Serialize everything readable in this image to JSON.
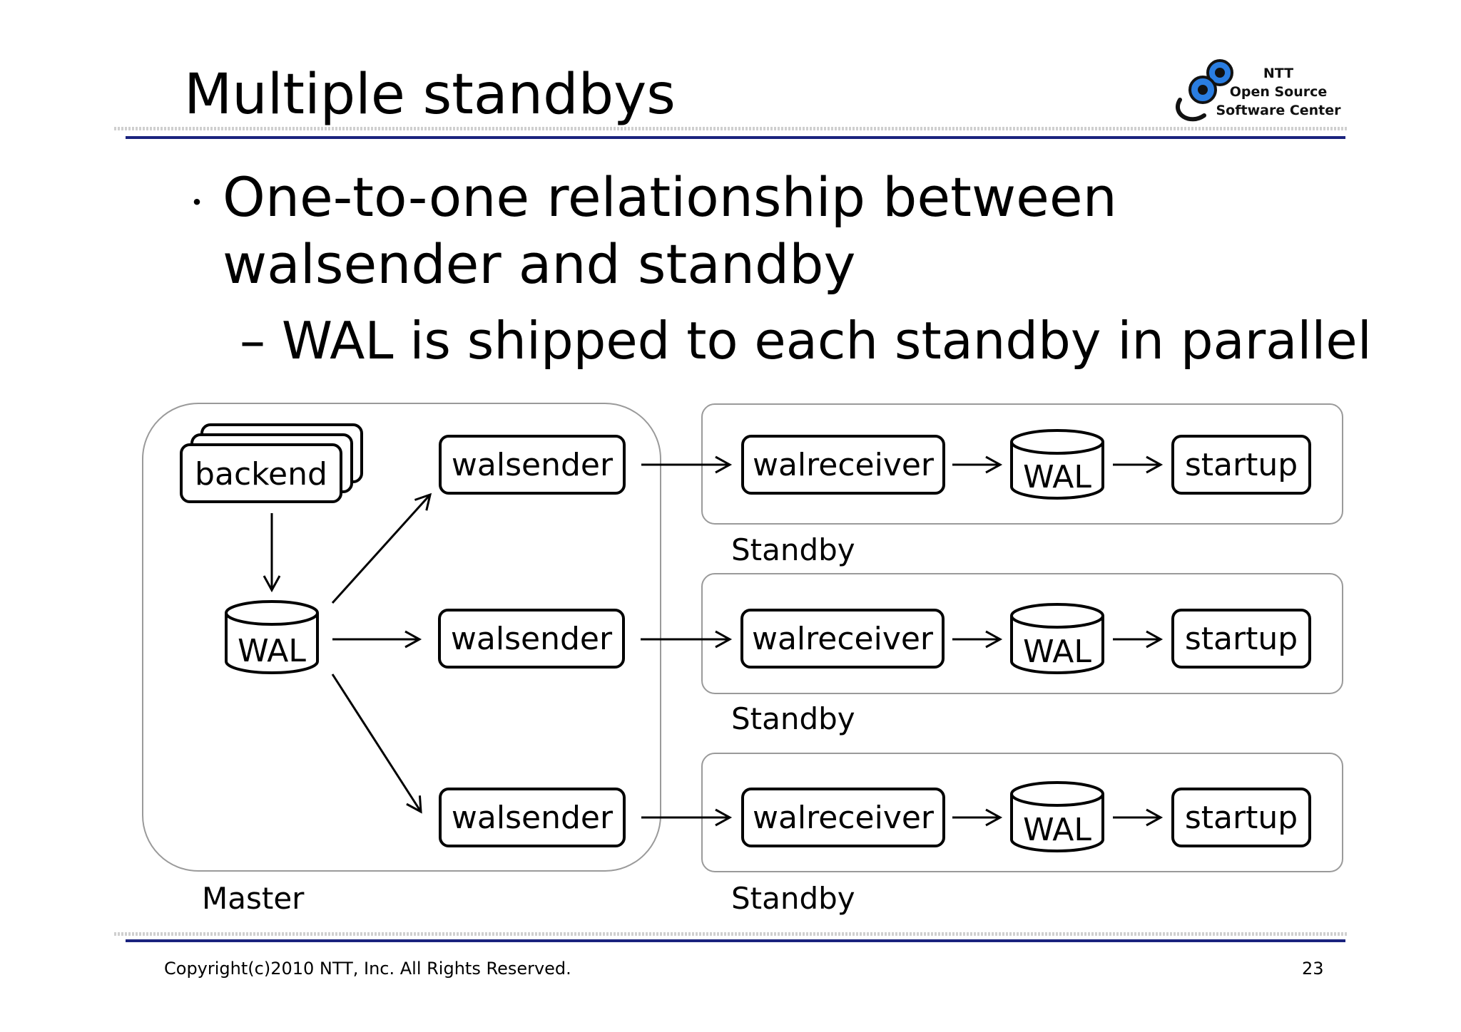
{
  "slide": {
    "title": "Multiple standbys",
    "bullet_line1": "One-to-one relationship between",
    "bullet_line2": "walsender and standby",
    "sub_bullet": "– WAL is shipped to each standby in parallel",
    "bullet_marker": "・"
  },
  "logo": {
    "line1": "NTT",
    "line2": "Open Source",
    "line3": "Software Center",
    "icon": "ntt-oss-logo-icon"
  },
  "diagram": {
    "master": {
      "label": "Master",
      "backend": "backend",
      "wal": "WAL",
      "walsenders": [
        "walsender",
        "walsender",
        "walsender"
      ]
    },
    "standbys": [
      {
        "label": "Standby",
        "walreceiver": "walreceiver",
        "wal": "WAL",
        "startup": "startup"
      },
      {
        "label": "Standby",
        "walreceiver": "walreceiver",
        "wal": "WAL",
        "startup": "startup"
      },
      {
        "label": "Standby",
        "walreceiver": "walreceiver",
        "wal": "WAL",
        "startup": "startup"
      }
    ]
  },
  "footer": {
    "copyright": "Copyright(c)2010 NTT, Inc. All Rights Reserved.",
    "page": "23"
  },
  "colors": {
    "rule": "#1a237e",
    "logo_blue": "#2a7de1",
    "container_border": "#9a9a9a"
  }
}
